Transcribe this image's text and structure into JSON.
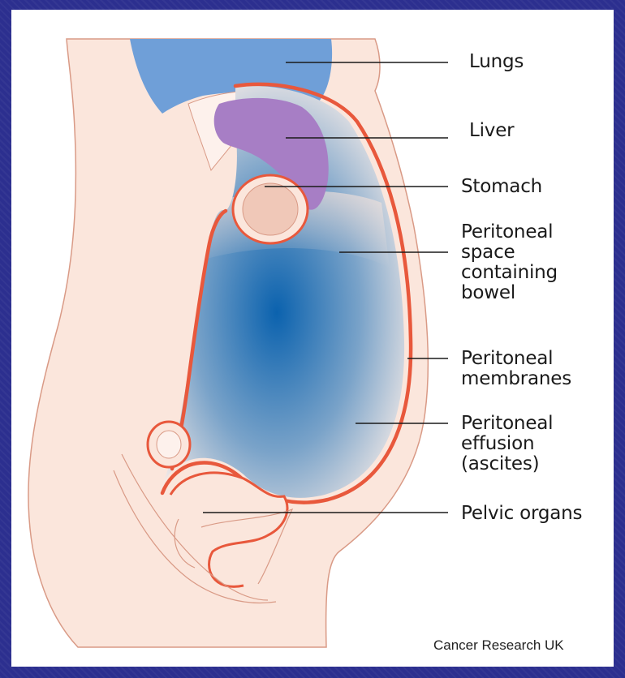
{
  "labels": {
    "lungs": "Lungs",
    "liver": "Liver",
    "stomach": "Stomach",
    "peritoneal_space": "Peritoneal\nspace\ncontaining\nbowel",
    "peritoneal_membranes": "Peritoneal\nmembranes",
    "peritoneal_effusion": "Peritoneal\neffusion\n(ascites)",
    "pelvic_organs": "Pelvic organs"
  },
  "credit": "Cancer Research UK",
  "colors": {
    "background": "#2c2f8f",
    "skin": "#fbe6dc",
    "outline": "#d99a86",
    "membrane": "#e8583c",
    "lungs": "#6f9fd8",
    "liver": "#a77ec5",
    "stomach": "#f0c8b8",
    "fluid_center": "#0b62ae"
  }
}
